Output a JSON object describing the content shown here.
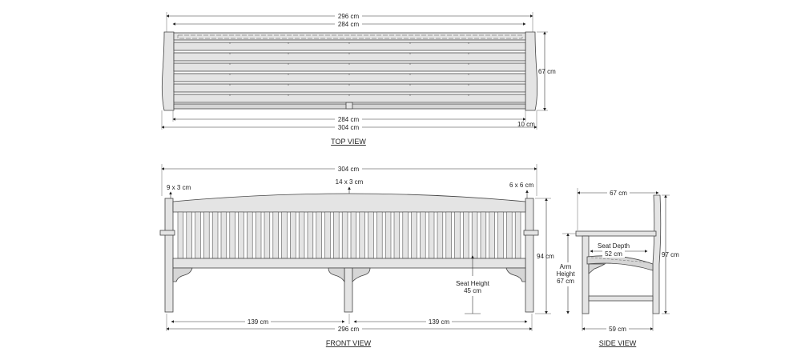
{
  "top_view": {
    "title": "TOP VIEW",
    "overall_width_top": "296 cm",
    "backrest_width": "284 cm",
    "depth": "67 cm",
    "seat_width": "284 cm",
    "overall_width": "304 cm",
    "arm_width": "10 cm"
  },
  "front_view": {
    "title": "FRONT VIEW",
    "overall_width": "304 cm",
    "post_size": "9 x 3 cm",
    "top_rail": "14 x 3 cm",
    "arm_post": "6 x 6 cm",
    "height": "94 cm",
    "seat_height_label": "Seat Height",
    "seat_height_value": "45 cm",
    "span_left": "139 cm",
    "span_right": "139 cm",
    "leg_span": "296 cm"
  },
  "side_view": {
    "title": "SIDE VIEW",
    "overall_depth": "67 cm",
    "seat_depth_label": "Seat Depth",
    "seat_depth_value": "52 cm",
    "arm_height_l1": "Arm",
    "arm_height_l2": "Height",
    "arm_height_value": "67 cm",
    "height": "97 cm",
    "base_depth": "59 cm"
  }
}
